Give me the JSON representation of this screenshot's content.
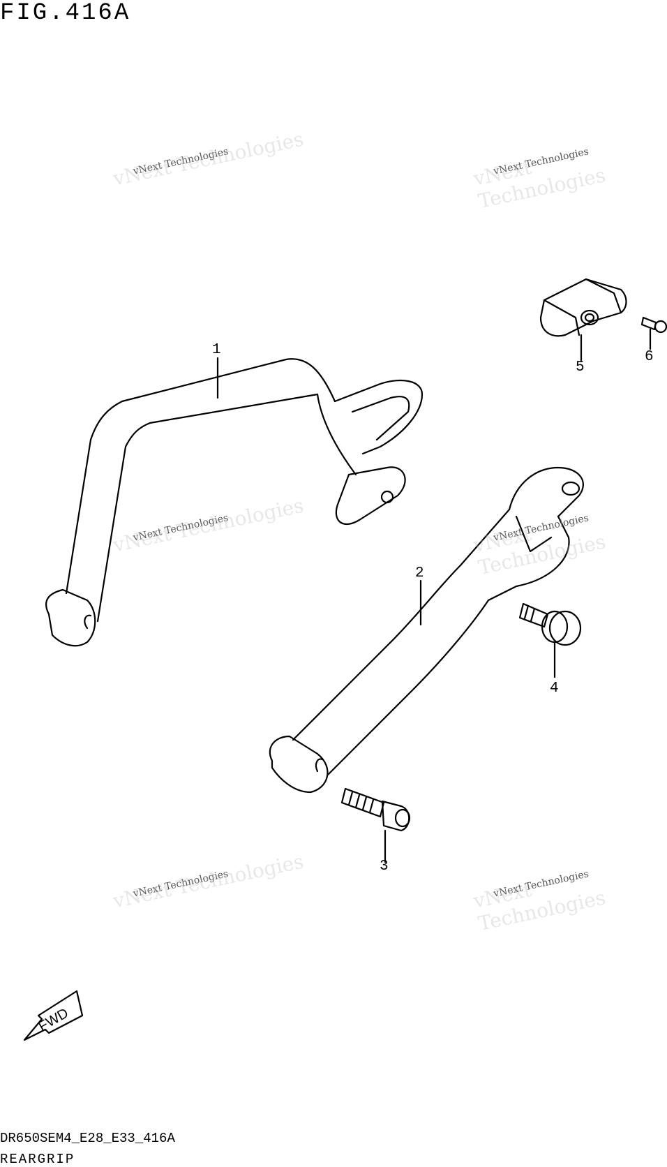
{
  "figure": {
    "title": "FIG.416A",
    "code": "DR650SEM4_E28_E33_416A",
    "name": "REARGRIP"
  },
  "callouts": [
    "1",
    "2",
    "3",
    "4",
    "5",
    "6"
  ],
  "fwd_arrow": "FWD",
  "watermark": {
    "small": "vNext Technologies",
    "large": "vNext Technologies"
  }
}
